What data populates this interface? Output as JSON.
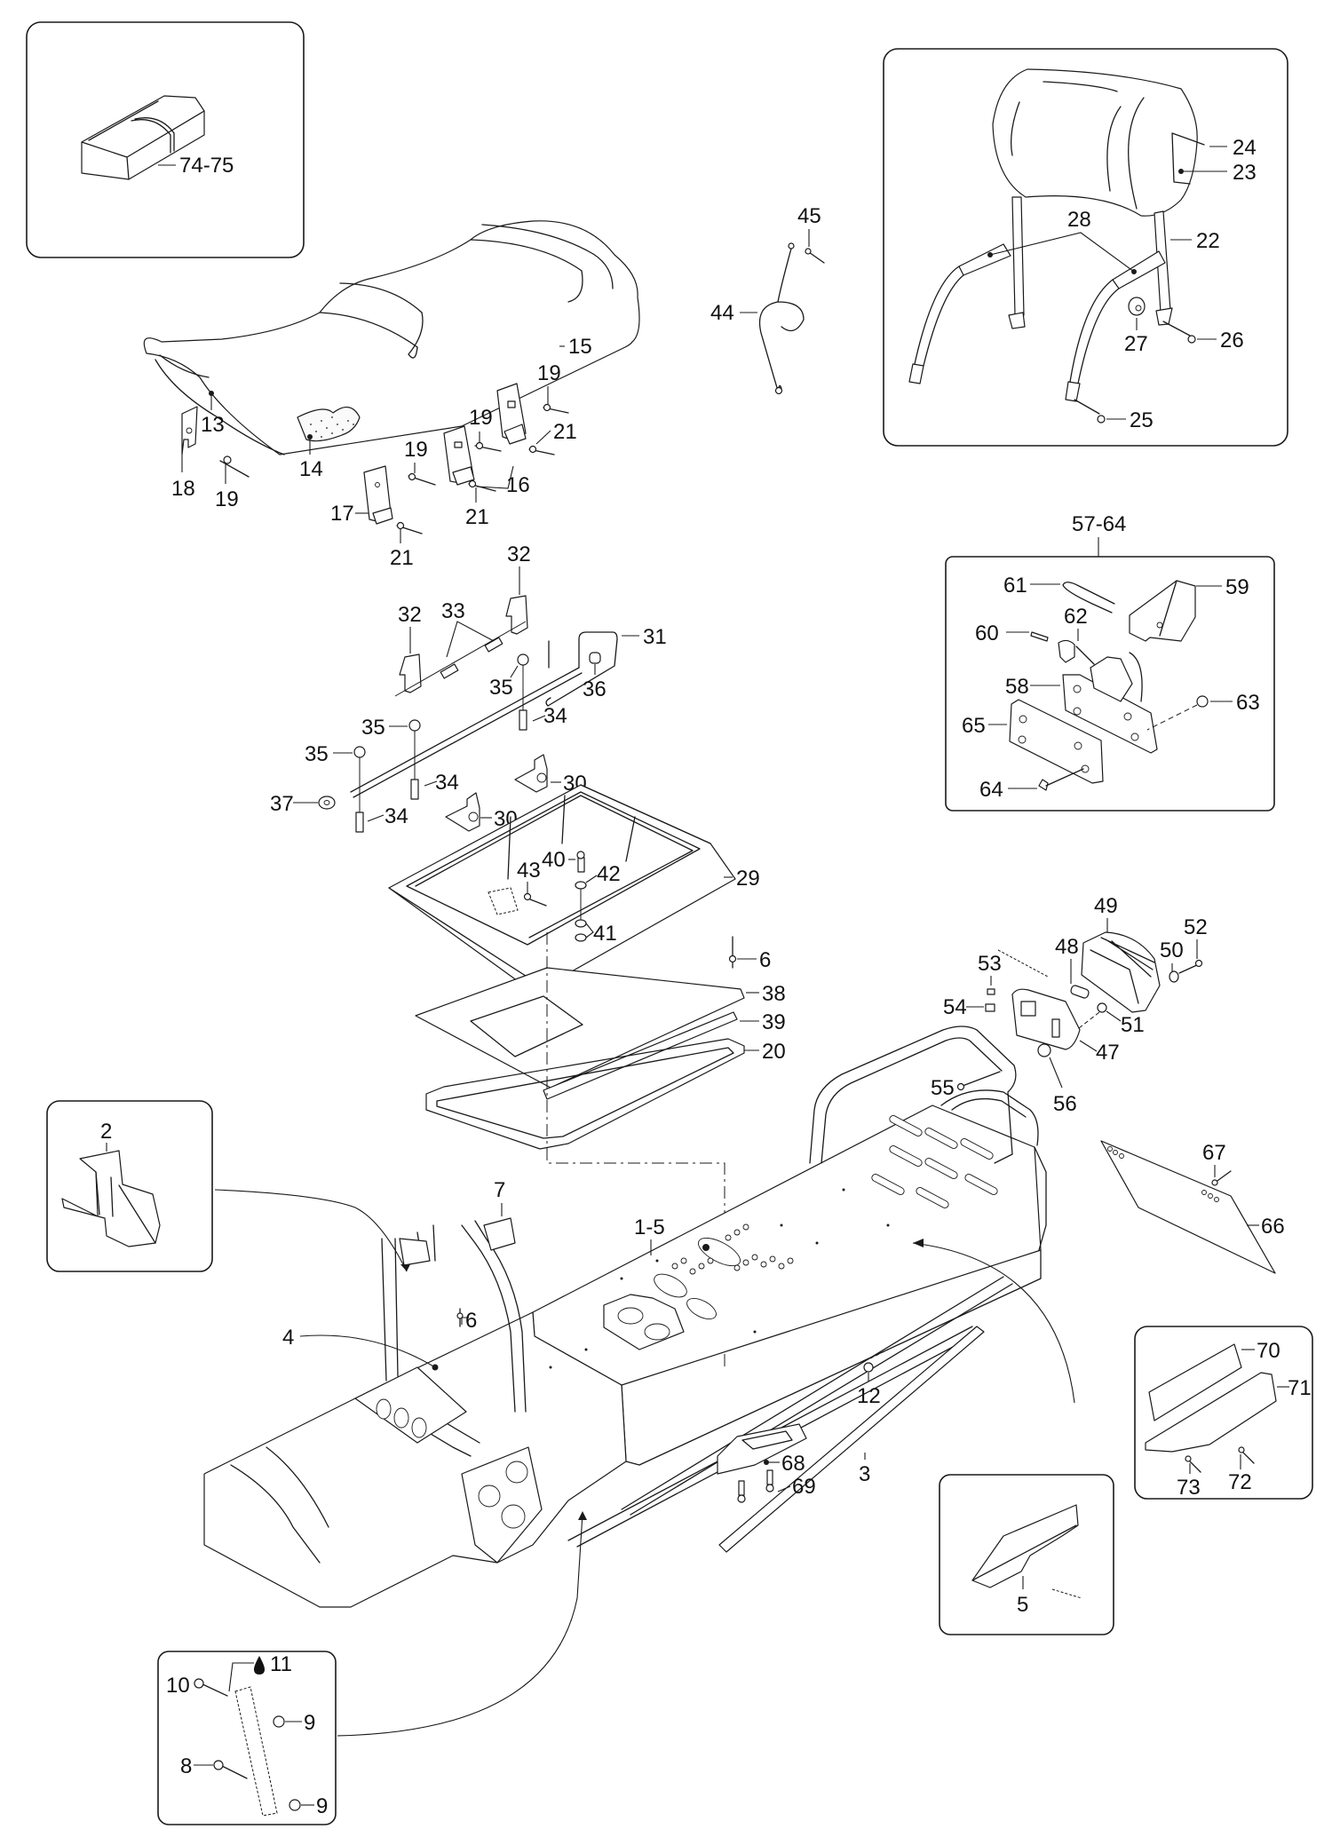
{
  "diagram": {
    "type": "exploded-parts-diagram",
    "subject": "Snowmobile frame, seat, backrest, storage box, tail light and hitch assembly",
    "callouts": {
      "c_74_75": "74-75",
      "c_15": "15",
      "c_13": "13",
      "c_14": "14",
      "c_18": "18",
      "c_19a": "19",
      "c_19b": "19",
      "c_19c": "19",
      "c_19d": "19",
      "c_16": "16",
      "c_17": "17",
      "c_21a": "21",
      "c_21b": "21",
      "c_21c": "21",
      "c_45": "45",
      "c_44": "44",
      "c_24": "24",
      "c_23": "23",
      "c_28": "28",
      "c_22": "22",
      "c_27": "27",
      "c_26": "26",
      "c_25": "25",
      "c_32a": "32",
      "c_32b": "32",
      "c_33": "33",
      "c_31": "31",
      "c_35a": "35",
      "c_35b": "35",
      "c_35c": "35",
      "c_36": "36",
      "c_34a": "34",
      "c_34b": "34",
      "c_34c": "34",
      "c_37": "37",
      "c_30a": "30",
      "c_30b": "30",
      "c_40": "40",
      "c_42": "42",
      "c_43": "43",
      "c_29": "29",
      "c_41": "41",
      "c_6a": "6",
      "c_38": "38",
      "c_39": "39",
      "c_20": "20",
      "c_57_64": "57-64",
      "c_61": "61",
      "c_59": "59",
      "c_60": "60",
      "c_62": "62",
      "c_58": "58",
      "c_63": "63",
      "c_65": "65",
      "c_64": "64",
      "c_49": "49",
      "c_48": "48",
      "c_50": "50",
      "c_52": "52",
      "c_53": "53",
      "c_54": "54",
      "c_51": "51",
      "c_47": "47",
      "c_55": "55",
      "c_56": "56",
      "c_67": "67",
      "c_66": "66",
      "c_2": "2",
      "c_7": "7",
      "c_1_5": "1-5",
      "c_6b": "6",
      "c_4": "4",
      "c_12": "12",
      "c_68": "68",
      "c_69": "69",
      "c_3": "3",
      "c_70": "70",
      "c_71": "71",
      "c_73": "73",
      "c_72": "72",
      "c_5": "5",
      "c_11": "11",
      "c_10": "10",
      "c_9a": "9",
      "c_8": "8",
      "c_9b": "9"
    },
    "detail_boxes": [
      {
        "name": "seat-cover-detail",
        "items": [
          "74-75"
        ]
      },
      {
        "name": "backrest-detail",
        "items": [
          "22",
          "23",
          "24",
          "25",
          "26",
          "27",
          "28"
        ]
      },
      {
        "name": "hitch-detail",
        "items": [
          "57-64",
          "58",
          "59",
          "60",
          "61",
          "62",
          "63",
          "64",
          "65"
        ]
      },
      {
        "name": "bracket-2-detail",
        "items": [
          "2"
        ]
      },
      {
        "name": "skid-70-71-detail",
        "items": [
          "70",
          "71",
          "72",
          "73"
        ]
      },
      {
        "name": "plate-5-detail",
        "items": [
          "5"
        ]
      },
      {
        "name": "bolt-8-11-detail",
        "items": [
          "8",
          "9",
          "10",
          "11"
        ]
      }
    ],
    "icons": {
      "sealant": "liquid-drop-icon"
    }
  }
}
